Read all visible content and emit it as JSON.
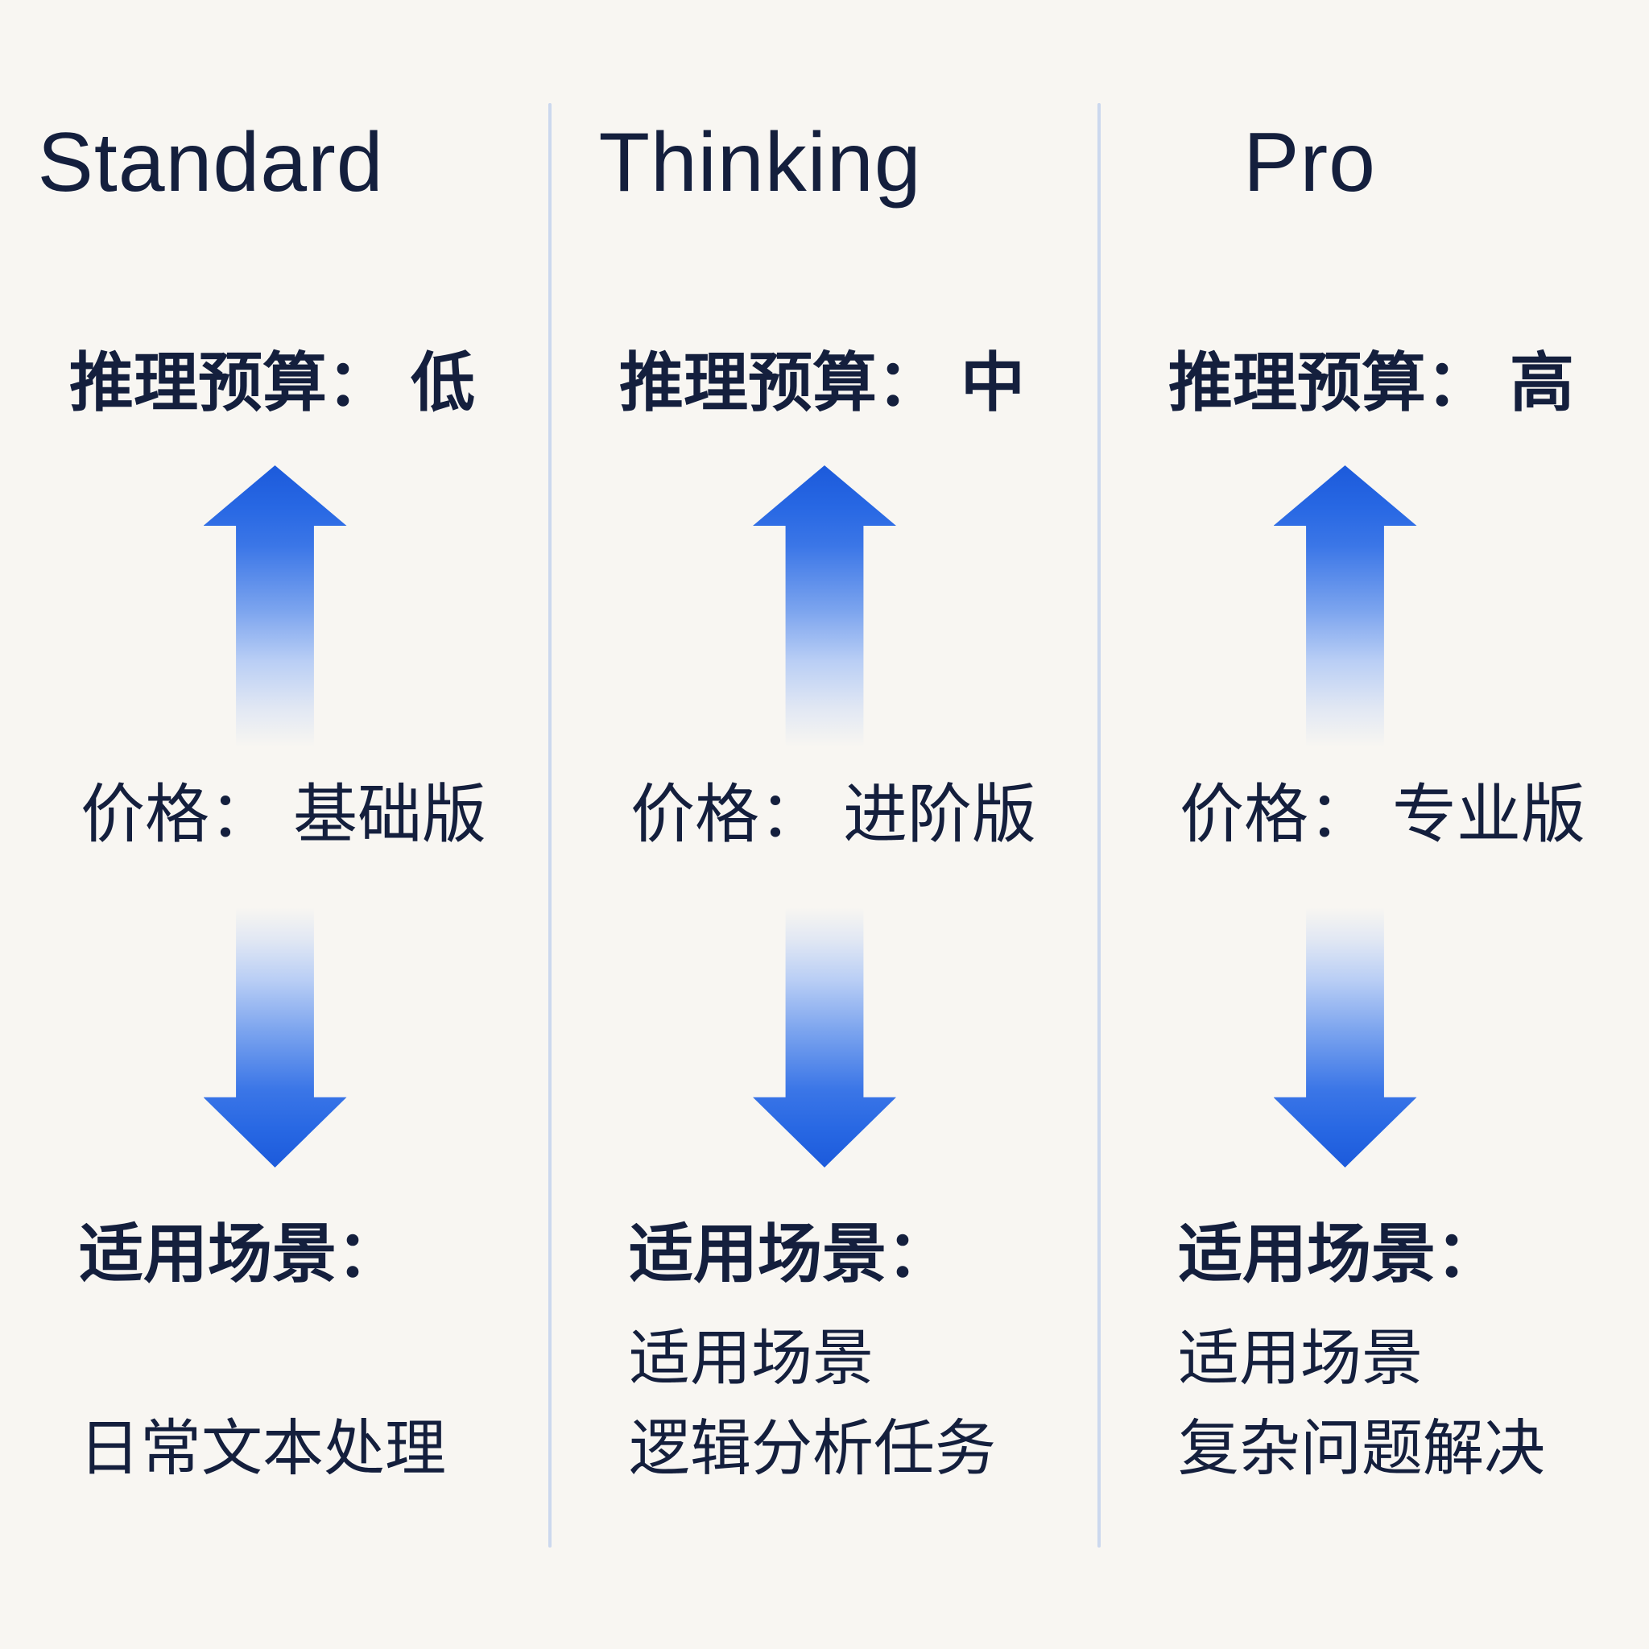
{
  "page": {
    "colors": {
      "background": "#f8f6f2",
      "text": "#141f3d",
      "divider": "#ccd8ee",
      "arrow_strong": "#1c5adb",
      "arrow_mid": "#7aa3ee"
    }
  },
  "columns": [
    {
      "id": "standard",
      "title": "Standard",
      "budget_label": "推理预算：",
      "budget_value": "低",
      "price_label": "价格：",
      "price_value": "基础版",
      "scenario_header": "适用场景：",
      "scenario_lines": [
        "日常文本处理"
      ]
    },
    {
      "id": "thinking",
      "title": "Thinking",
      "budget_label": "推理预算：",
      "budget_value": "中",
      "price_label": "价格：",
      "price_value": "进阶版",
      "scenario_header": "适用场景：",
      "scenario_lines": [
        "适用场景",
        "逻辑分析任务"
      ]
    },
    {
      "id": "pro",
      "title": "Pro",
      "budget_label": "推理预算：",
      "budget_value": "高",
      "price_label": "价格：",
      "price_value": "专业版",
      "scenario_header": "适用场景：",
      "scenario_lines": [
        "适用场景",
        "复杂问题解决"
      ]
    }
  ]
}
